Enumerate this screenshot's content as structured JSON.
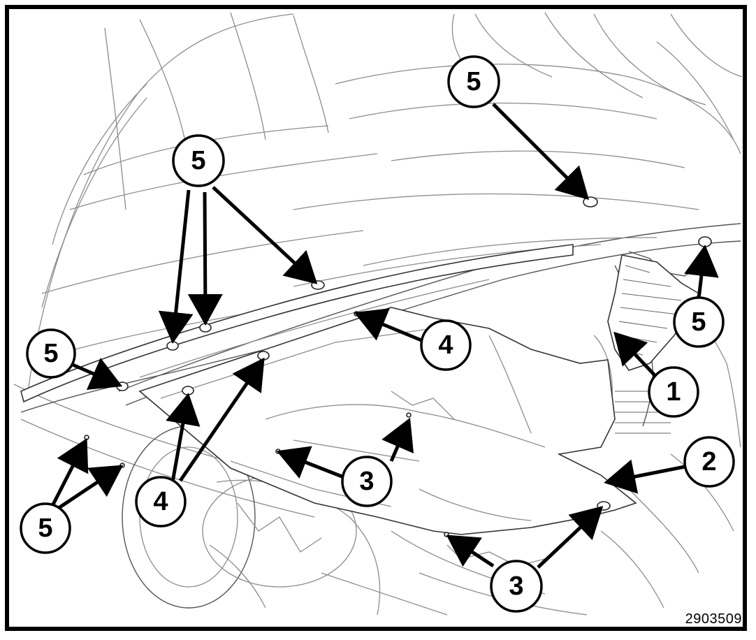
{
  "figure_id": "2903509",
  "callouts": [
    {
      "label": "5"
    },
    {
      "label": "5"
    },
    {
      "label": "5"
    },
    {
      "label": "5"
    },
    {
      "label": "5"
    },
    {
      "label": "4"
    },
    {
      "label": "4"
    },
    {
      "label": "1"
    },
    {
      "label": "2"
    },
    {
      "label": "3"
    },
    {
      "label": "3"
    }
  ]
}
